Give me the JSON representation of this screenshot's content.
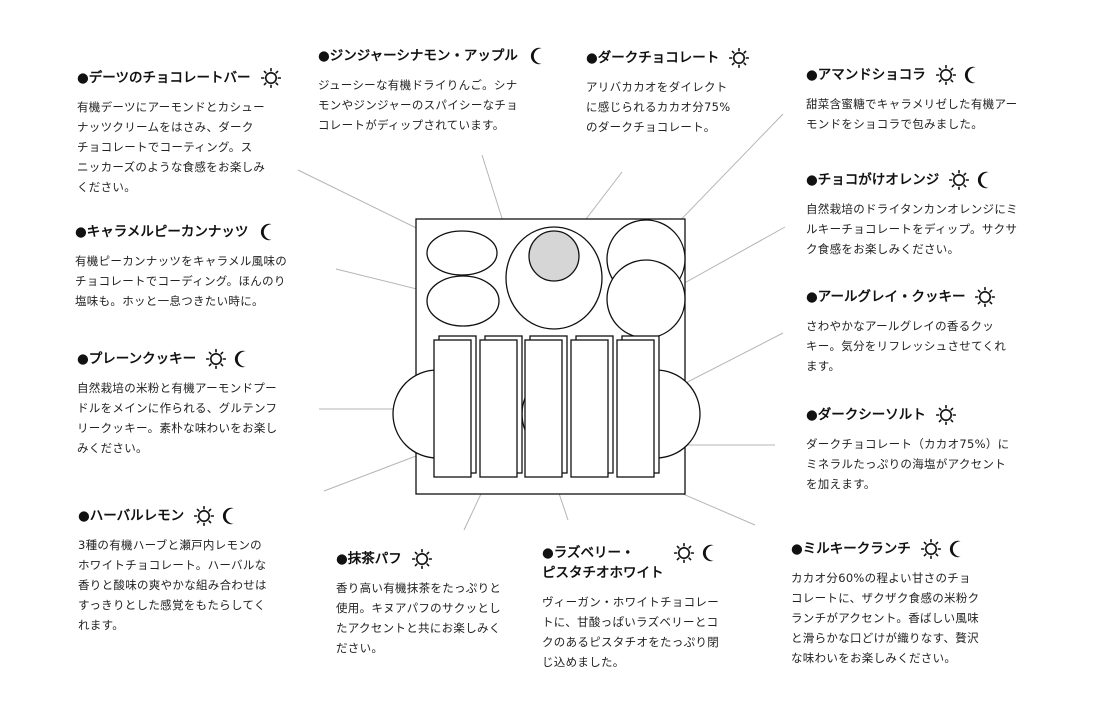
{
  "items": [
    {
      "key": "dates",
      "title": [
        "●デーツのチョコレートバー"
      ],
      "icons": [
        "sun-icon"
      ],
      "desc": [
        "有機デーツにアーモンドとカシュー",
        "ナッツクリームをはさみ、ダーク",
        "チョコレートでコーティング。ス",
        "ニッカーズのような食感をお楽しみ",
        "ください。"
      ]
    },
    {
      "key": "ginger-apple",
      "title": [
        "●ジンジャーシナモン・アップル"
      ],
      "icons": [
        "moon-icon"
      ],
      "desc": [
        "ジューシーな有機ドライりんご。シナ",
        "モンやジンジャーのスパイシーなチョ",
        "コレートがディップされています。"
      ]
    },
    {
      "key": "dark",
      "title": [
        "●ダークチョコレート"
      ],
      "icons": [
        "sun-icon"
      ],
      "desc": [
        "アリバカカオをダイレクト",
        "に感じられるカカオ分75%",
        "のダークチョコレート。"
      ]
    },
    {
      "key": "amande",
      "title": [
        "●アマンドショコラ"
      ],
      "icons": [
        "sun-icon",
        "moon-icon"
      ],
      "desc": [
        "甜菜含蜜糖でキャラメリゼした有機アー",
        "モンドをショコラで包みました。"
      ]
    },
    {
      "key": "orange",
      "title": [
        "●チョコがけオレンジ"
      ],
      "icons": [
        "sun-icon",
        "moon-icon"
      ],
      "desc": [
        "自然栽培のドライタンカンオレンジにミ",
        "ルキーチョコレートをディップ。サクサ",
        "ク食感をお楽しみください。"
      ]
    },
    {
      "key": "pecan",
      "title": [
        "●キャラメルピーカンナッツ"
      ],
      "icons": [
        "moon-icon"
      ],
      "desc": [
        "有機ピーカンナッツをキャラメル風味の",
        "チョコレートでコーディング。ほんのり",
        "塩味も。ホッと一息つきたい時に。"
      ]
    },
    {
      "key": "earl-grey",
      "title": [
        "●アールグレイ・クッキー"
      ],
      "icons": [
        "sun-icon"
      ],
      "desc": [
        "さわやかなアールグレイの香るクッ",
        "キー。気分をリフレッシュさせてくれ",
        "ます。"
      ]
    },
    {
      "key": "plain-cookie",
      "title": [
        "●プレーンクッキー"
      ],
      "icons": [
        "sun-icon",
        "moon-icon"
      ],
      "desc": [
        "自然栽培の米粉と有機アーモンドプー",
        "ドルをメインに作られる、グルテンフ",
        "リークッキー。素朴な味わいをお楽し",
        "みください。"
      ]
    },
    {
      "key": "dark-salt",
      "title": [
        "●ダークシーソルト"
      ],
      "icons": [
        "sun-icon"
      ],
      "desc": [
        "ダークチョコレート（カカオ75%）に",
        "ミネラルたっぷりの海塩がアクセント",
        "を加えます。"
      ]
    },
    {
      "key": "herbal-lemon",
      "title": [
        "●ハーバルレモン"
      ],
      "icons": [
        "sun-icon",
        "moon-icon"
      ],
      "desc": [
        "3種の有機ハーブと瀬戸内レモンの",
        "ホワイトチョコレート。ハーバルな",
        "香りと酸味の爽やかな組み合わせは",
        "すっきりとした感覚をもたらしてく",
        "れます。"
      ]
    },
    {
      "key": "matcha",
      "title": [
        "●抹茶パフ"
      ],
      "icons": [
        "sun-icon"
      ],
      "desc": [
        "香り高い有機抹茶をたっぷりと",
        "使用。キヌアパフのサクッとし",
        "たアクセントと共にお楽しみく",
        "ださい。"
      ]
    },
    {
      "key": "raspberry",
      "title": [
        "●ラズベリー・",
        "ピスタチオホワイト"
      ],
      "icons": [
        "sun-icon",
        "moon-icon"
      ],
      "desc": [
        "ヴィーガン・ホワイトチョコレー",
        "トに、甘酸っぱいラズベリーとコ",
        "クのあるピスタチオをたっぷり閉",
        "じ込めました。"
      ]
    },
    {
      "key": "milky-crunch",
      "title": [
        "●ミルキークランチ"
      ],
      "icons": [
        "sun-icon",
        "moon-icon"
      ],
      "desc": [
        "カカオ分60%の程よい甘さのチョ",
        "コレートに、ザクザク食感の米粉ク",
        "ランチがアクセント。香ばしい風味",
        "と滑らかな口どけが織りなす、贅沢",
        "な味わいをお楽しみください。"
      ]
    }
  ],
  "colors": {
    "text": "#111111",
    "line": "#b5b5b5",
    "highlight": "#d6d6d6"
  }
}
